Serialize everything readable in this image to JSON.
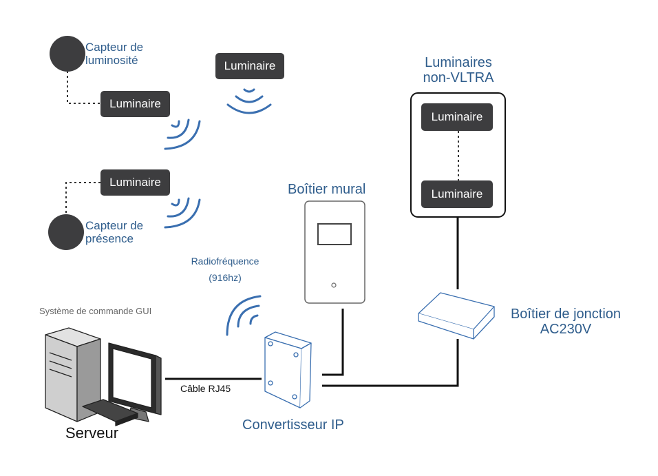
{
  "colors": {
    "accent_blue": "#2f5d8c",
    "wave_blue": "#3a6fb0",
    "box_dark": "#3d3d3f",
    "line_black": "#111111"
  },
  "light_sensor": {
    "label_line1": "Capteur de",
    "label_line2": "luminosité"
  },
  "presence_sensor": {
    "label_line1": "Capteur de",
    "label_line2": "présence"
  },
  "luminaires": {
    "top_left": "Luminaire",
    "top_center": "Luminaire",
    "middle_left": "Luminaire",
    "non_vltra_top": "Luminaire",
    "non_vltra_bottom": "Luminaire"
  },
  "non_vltra": {
    "title_line1": "Luminaires",
    "title_line2": "non-VLTRA"
  },
  "wall_box": {
    "label": "Boîtier mural"
  },
  "radio": {
    "label_line1": "Radiofréquence",
    "label_line2": "(916hz)"
  },
  "junction_box": {
    "label_line1": "Boîtier de jonction",
    "label_line2": "AC230V"
  },
  "server": {
    "caption": "Système de commande GUI",
    "label": "Serveur"
  },
  "cable": {
    "label": "Câble RJ45"
  },
  "converter": {
    "label": "Convertisseur IP"
  },
  "icons": [
    "light-sensor-icon",
    "presence-sensor-icon",
    "wireless-wave-icon",
    "computer-icon",
    "wall-box-icon",
    "junction-box-icon",
    "ip-converter-icon"
  ]
}
